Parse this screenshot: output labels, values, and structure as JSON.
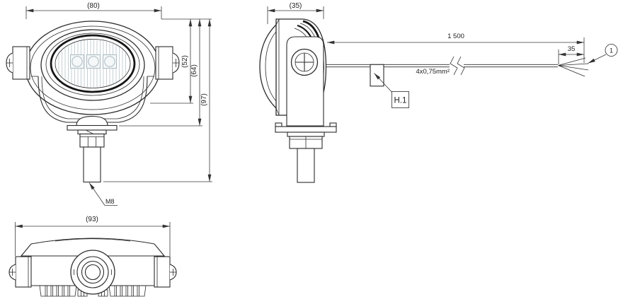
{
  "drawing": {
    "colors": {
      "background": "#ffffff",
      "line": "#2b2b2b",
      "dim_line": "#3a3a3a",
      "hatch": "#c7d1d6",
      "led_outline": "#a9bac1"
    },
    "front_view": {
      "width_dim": "(80)",
      "height_dim_inner": "(52)",
      "height_dim_middle": "(64)",
      "height_dim_outer": "(97)",
      "thread_label": "M8"
    },
    "side_view": {
      "depth_dim": "(35)",
      "cable_length_dim": "1 500",
      "wire_strip_dim": "35",
      "cable_spec": "4x0,75mm²",
      "detail_ref": "H.1",
      "balloon_ref": "1"
    },
    "top_view": {
      "width_dim": "(93)"
    }
  }
}
